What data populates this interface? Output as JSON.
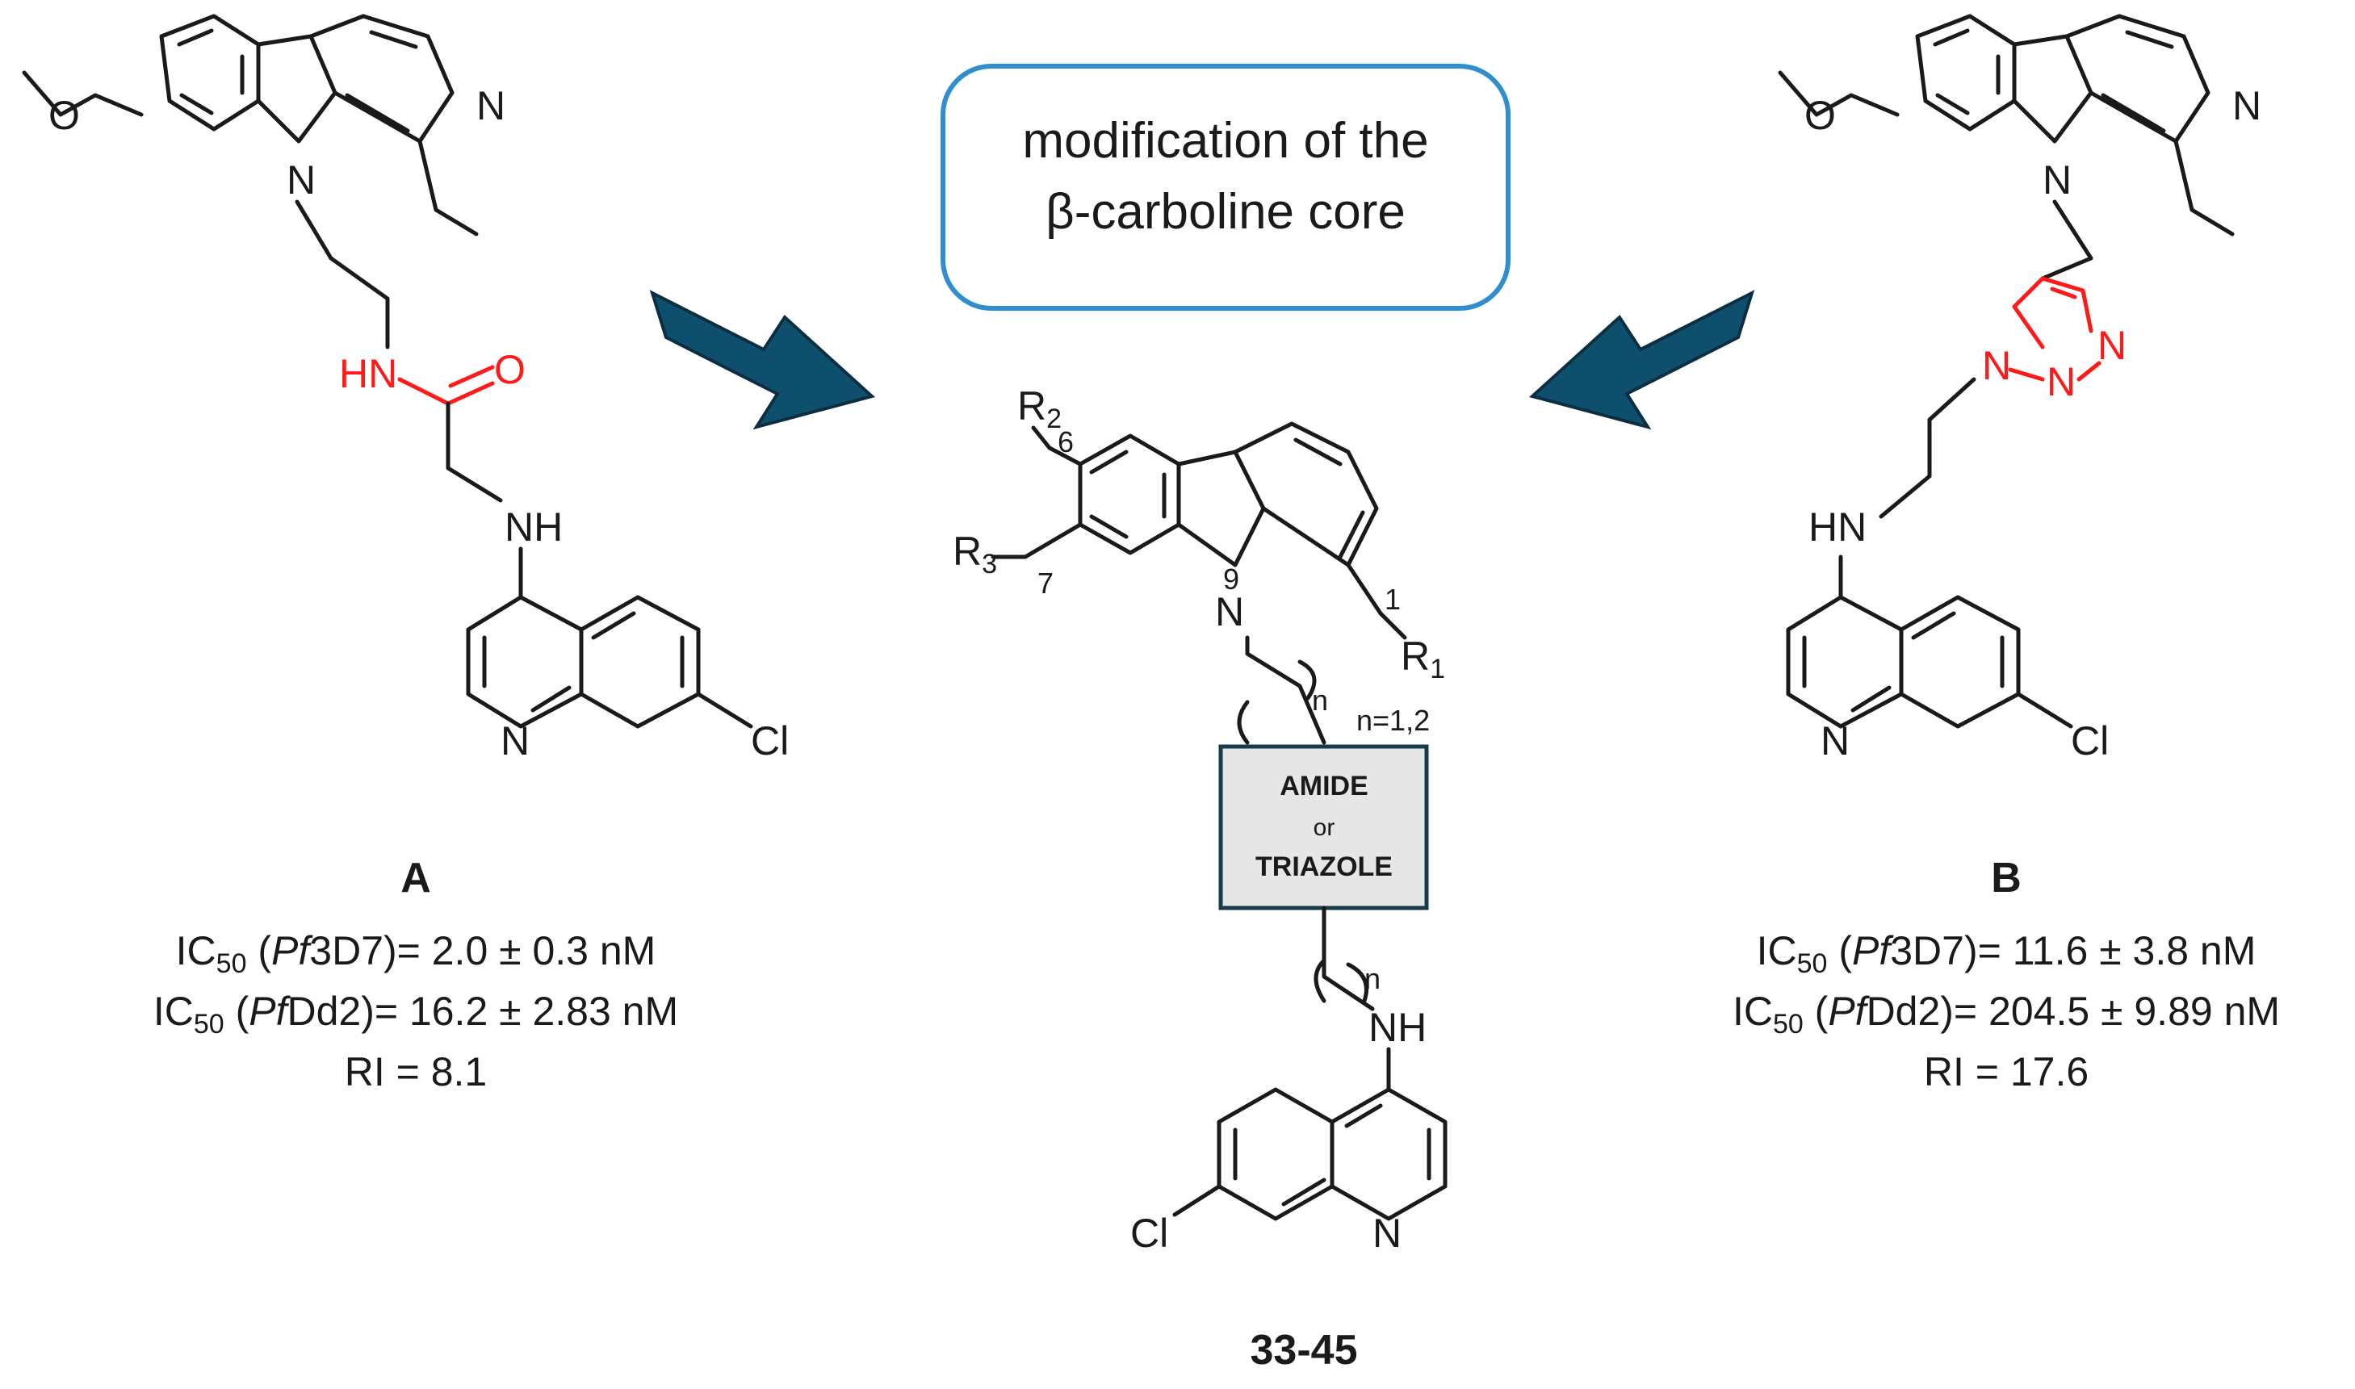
{
  "top_box": {
    "line1": "modification of the",
    "line2": "β-carboline core"
  },
  "compound_a": {
    "label": "A",
    "ic50_3d7": {
      "prefix": "IC",
      "sub": "50",
      "open": " (",
      "strain_italic": "Pf",
      "strain": "3D7)= 2.0 ± 0.3 nM"
    },
    "ic50_dd2": {
      "prefix": "IC",
      "sub": "50",
      "open": " (",
      "strain_italic": "Pf",
      "strain": "Dd2)= 16.2 ± 2.83  nM"
    },
    "ri": "RI = 8.1"
  },
  "compound_b": {
    "label": "B",
    "ic50_3d7": {
      "prefix": "IC",
      "sub": "50",
      "open": " (",
      "strain_italic": "Pf",
      "strain": "3D7)= 11.6 ± 3.8 nM"
    },
    "ic50_dd2": {
      "prefix": "IC",
      "sub": "50",
      "open": " (",
      "strain_italic": "Pf",
      "strain": "Dd2)= 204.5 ± 9.89 nM"
    },
    "ri": "RI = 17.6"
  },
  "general_structure": {
    "label": "33-45",
    "linker_box": {
      "line1": "AMIDE",
      "line2": "or",
      "line3": "TRIAZOLE"
    },
    "n_range": "n=1,2",
    "n_symbol": "n",
    "pos_6": "6",
    "pos_7": "7",
    "pos_9": "9",
    "pos_1": "1",
    "r1": "R",
    "r1_sub": "1",
    "r2": "R",
    "r2_sub": "2",
    "r3": "R",
    "r3_sub": "3"
  },
  "atoms": {
    "N": "N",
    "O": "O",
    "Cl": "Cl",
    "NH": "NH",
    "HN": "HN"
  },
  "colors": {
    "box_border": "#2e8ecf",
    "arrow": "#0f4f6e",
    "highlight": "#ff1a1a",
    "linker_fill": "#e6e6e6",
    "linker_border": "#1a3a4a"
  }
}
